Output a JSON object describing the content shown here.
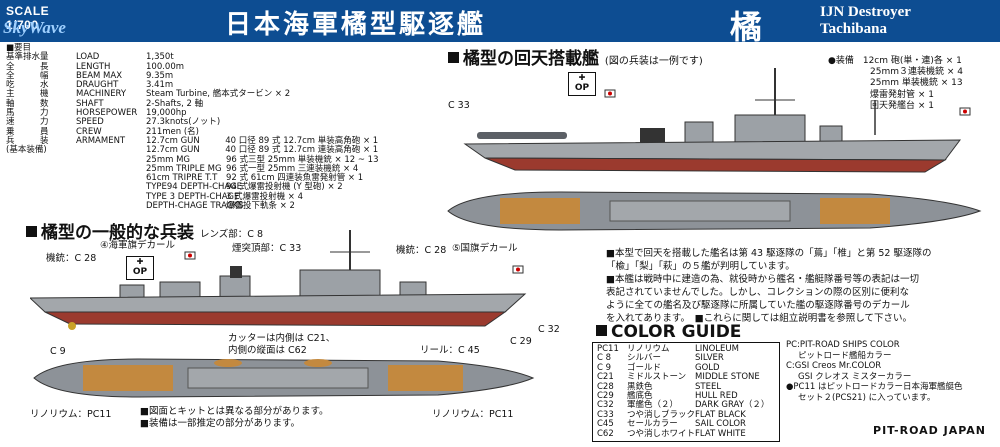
{
  "header": {
    "scale": "SCALE 1/700",
    "brand": "SkyWave",
    "title_jp": "日本海軍橘型駆逐艦",
    "title_kanji": "橘",
    "title_en_1": "IJN Destroyer",
    "title_en_2": "Tachibana"
  },
  "specs": {
    "heading": "■要目",
    "rows": [
      {
        "jp": "基準排水量",
        "en": "LOAD",
        "val": "1,350t"
      },
      {
        "jp": "全　　　長",
        "en": "LENGTH",
        "val": "100.00m"
      },
      {
        "jp": "全　　　幅",
        "en": "BEAM MAX",
        "val": "9.35m"
      },
      {
        "jp": "吃　　　水",
        "en": "DRAUGHT",
        "val": "3.41m"
      },
      {
        "jp": "主　　　機",
        "en": "MACHINERY",
        "val": "Steam Turbine, 艦本式タービン × 2"
      },
      {
        "jp": "軸　　　数",
        "en": "SHAFT",
        "val": "2-Shafts, 2 軸"
      },
      {
        "jp": "馬　　　力",
        "en": "HORSEPOWER",
        "val": "19,000hp"
      },
      {
        "jp": "速　　　力",
        "en": "SPEED",
        "val": "27.3knots(ノット)"
      },
      {
        "jp": "乗　　　員",
        "en": "CREW",
        "val": "211men (名)"
      },
      {
        "jp": "兵　　　装",
        "en": "ARMAMENT",
        "val": "12.7cm GUN　　　40 口径 89 式 12.7cm 単装高角砲 × 1"
      },
      {
        "jp": "(基本装備)",
        "en": "",
        "val": "12.7cm GUN　　　40 口径 89 式 12.7cm 連装高角砲 × 1"
      }
    ],
    "arm_rows": [
      {
        "en": "25mm MG",
        "val": "96 式三型 25mm 単装機銃 × 12 ~ 13"
      },
      {
        "en": "25mm TRIPLE MG",
        "val": "96 式一型 25mm 三連装機銃 × 4"
      },
      {
        "en": "61cm TRIPRE T.T",
        "val": "92 式 61cm 四連装魚雷発射管 × 1"
      },
      {
        "en": "TYPE94 DEPTH-CHAGE",
        "val": "94 式爆雷投射機 (Y 型砲) × 2"
      },
      {
        "en": "TYPE 3 DEPTH-CHAGE",
        "val": "3 式爆雷投射機 × 4"
      },
      {
        "en": "DEPTH-CHAGE TRACKS",
        "val": "爆雷投下軌条 × 2"
      }
    ]
  },
  "kaiten_section": {
    "title": "橘型の回天搭載艦",
    "note": "(図の兵装は一例です)",
    "label_c33": "C 33",
    "op_flag": "OP",
    "equip": [
      "●装備　12cm 砲(単・連)各 × 1",
      "25mm３連装機銃 × 4",
      "25mm 単装機銃 × 13",
      "爆雷発射管 × 1",
      "回天発艦台 × 1"
    ],
    "desc": [
      "■本型で回天を搭載した艦名は第 43 駆逐隊の「蔦」「椎」と第 52 駆逐隊の",
      "「楡」「梨」「萩」の５艦が判明しています。",
      "■本艦は戦時中に建造の為、就役時から艦名・艦艇隊番号等の表記は一切",
      "表記されていませんでした。しかし、コレクションの際の区別に便利な",
      "ように全ての艦名及び駆逐隊に所属していた艦の駆逐隊番号のデカール",
      "を入れてあります。　■これらに関しては組立説明書を参照して下さい。"
    ]
  },
  "general_section": {
    "title": "橘型の一般的な兵装",
    "labels": {
      "navy_decal": "④海軍旗デカール",
      "lens": "レンズ部：C 8",
      "funnel": "煙突頂部：C 33",
      "mg_left": "機銃：C 28",
      "mg_right": "機銃：C 28",
      "flag_decal": "⑤国旗デカール",
      "c32": "C 32",
      "c29": "C 29",
      "c9": "C 9",
      "cutter": "カッターは内側は C21、",
      "cutter2": "内側の縦面は C62",
      "reel": "リール：C 45",
      "lino_left": "リノリウム：PC11",
      "lino_right": "リノリウム：PC11",
      "op_flag": "OP"
    },
    "notes": [
      "■図面とキットとは異なる部分があります。",
      "■装備は一部推定の部分があります。"
    ]
  },
  "color_guide": {
    "title": "COLOR GUIDE",
    "rows": [
      {
        "code": "PC11",
        "jp": "リノリウム",
        "en": "LINOLEUM"
      },
      {
        "code": "C 8",
        "jp": "シルバー",
        "en": "SILVER"
      },
      {
        "code": "C 9",
        "jp": "ゴールド",
        "en": "GOLD"
      },
      {
        "code": "C21",
        "jp": "ミドルストーン",
        "en": "MIDDLE STONE"
      },
      {
        "code": "C28",
        "jp": "黒鉄色",
        "en": "STEEL"
      },
      {
        "code": "C29",
        "jp": "艦底色",
        "en": "HULL RED"
      },
      {
        "code": "C32",
        "jp": "軍艦色（２）",
        "en": "DARK GRAY（２）"
      },
      {
        "code": "C33",
        "jp": "つや消しブラック",
        "en": "FLAT BLACK"
      },
      {
        "code": "C45",
        "jp": "セールカラー",
        "en": "SAIL COLOR"
      },
      {
        "code": "C62",
        "jp": "つや消しホワイト",
        "en": "FLAT WHITE"
      }
    ],
    "legend": [
      "PC:PIT-ROAD SHIPS COLOR",
      "ピットロード艦船カラー",
      "C:GSI Creos Mr.COLOR",
      "GSI クレオス ミスターカラー",
      "",
      "●PC11 はピットロードカラー日本海軍艦艇色",
      "セット２(PCS21) に入っています。"
    ],
    "maker": "PIT-ROAD JAPAN"
  },
  "colors": {
    "header_bg": "#0d4d92",
    "hull_gray": "#a3a7ab",
    "hull_red": "#9b3a2e",
    "linoleum": "#c3893f",
    "deck_gray": "#8d9298"
  }
}
